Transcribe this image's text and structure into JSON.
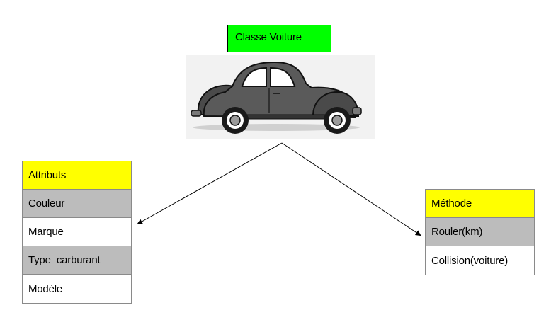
{
  "title": "Classe Voiture",
  "colors": {
    "title_bg": "#00ff00",
    "header_bg": "#ffff00",
    "grey_row_bg": "#bcbcbc",
    "white_row_bg": "#ffffff",
    "car_body": "#5a5a5a"
  },
  "image": {
    "icon": "vintage-car-icon"
  },
  "attributes": {
    "header": "Attributs",
    "items": [
      "Couleur",
      "Marque",
      "Type_carburant",
      "Modèle"
    ]
  },
  "methods": {
    "header": "Méthode",
    "items": [
      "Rouler(km)",
      "Collision(voiture)"
    ]
  }
}
